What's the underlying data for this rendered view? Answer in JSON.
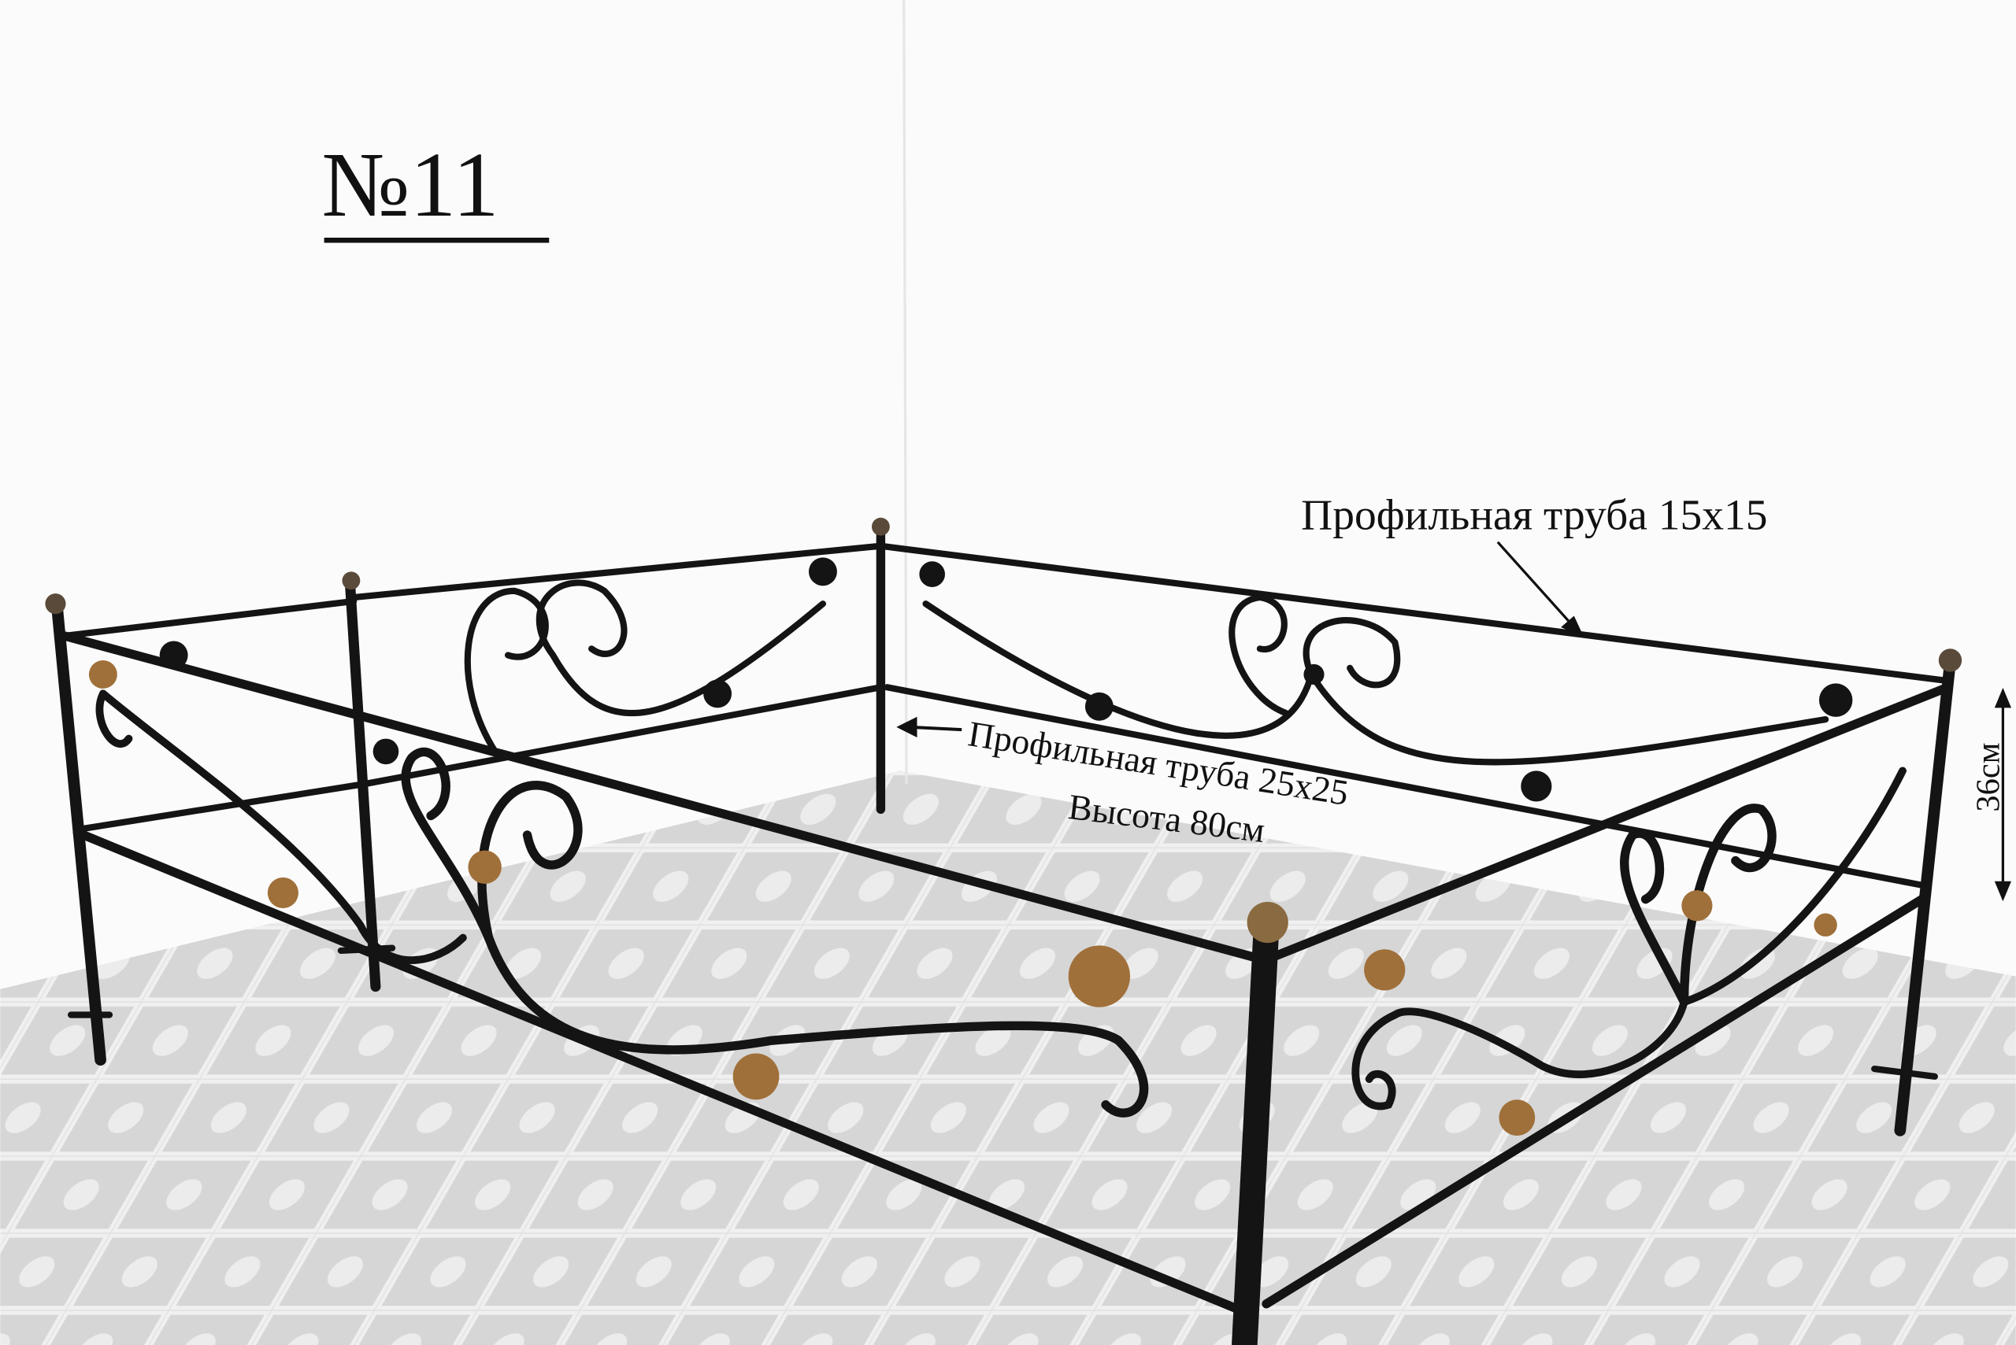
{
  "title": "№11",
  "annotations": {
    "top_rail": "Профильная труба 15х15",
    "post": "Профильная труба 25х25",
    "height": "Высота 80см",
    "panel_height": "36см"
  },
  "colors": {
    "metal": "#141414",
    "leaf": "#a0703a",
    "background": "#fdfdfd",
    "floor": "#dcdcdc"
  }
}
